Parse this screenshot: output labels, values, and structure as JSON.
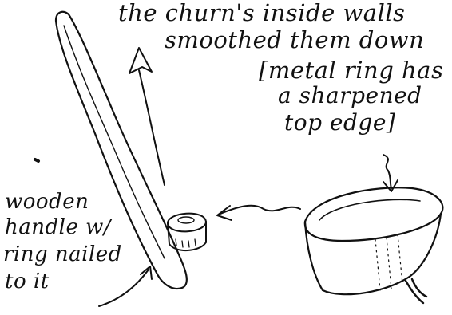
{
  "notes": {
    "line1": "the churn's inside walls",
    "line2": "smoothed them down",
    "line3": "[metal ring has",
    "line4": "a sharpened",
    "line5": "top edge]"
  },
  "labels": {
    "line1": "wooden",
    "line2": "handle w/",
    "line3": "ring nailed",
    "line4": "to it"
  },
  "colors": {
    "ink": "#111111",
    "paper": "#ffffff"
  }
}
